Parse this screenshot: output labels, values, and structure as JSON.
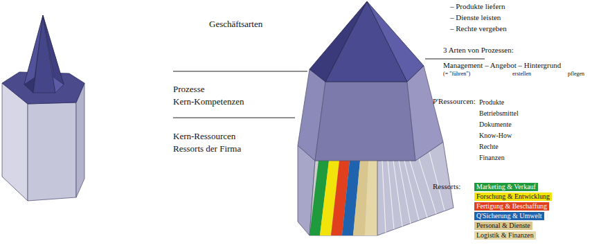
{
  "diagram": {
    "labels": [
      "Geschäftsarten",
      "Prozesse",
      "Kern-Kompetenzen",
      "Kern-Ressourcen",
      "Ressorts der Firma",
      "– Produkte liefern",
      "– Dienste leisten",
      "– Rechte vergeben",
      "3 Arten von Prozessen:",
      "Management – Angebot – Hintergrund",
      "(= \"führen\")",
      "erstellen",
      "pflegen",
      "P'Ressourcen:",
      "Produkte",
      "Betriebsmittel",
      "Dokumente",
      "Know-How",
      "Rechte",
      "Finanzen",
      "Ressorts:"
    ],
    "legend": [
      {
        "text": "Marketing & Verkauf",
        "color": "#1f9a3c"
      },
      {
        "text": "Forschung & Entwicklung",
        "color": "#f2e40a"
      },
      {
        "text": "Fertigung & Beschaffung",
        "color": "#e0401e"
      },
      {
        "text": "Q'Sicherung & Umwelt",
        "color": "#1f62ae"
      },
      {
        "text": "Personal & Dienste",
        "color": "#d8c68e"
      },
      {
        "text": "Logistik & Finanzen",
        "color": "#e6d8a6"
      }
    ]
  }
}
